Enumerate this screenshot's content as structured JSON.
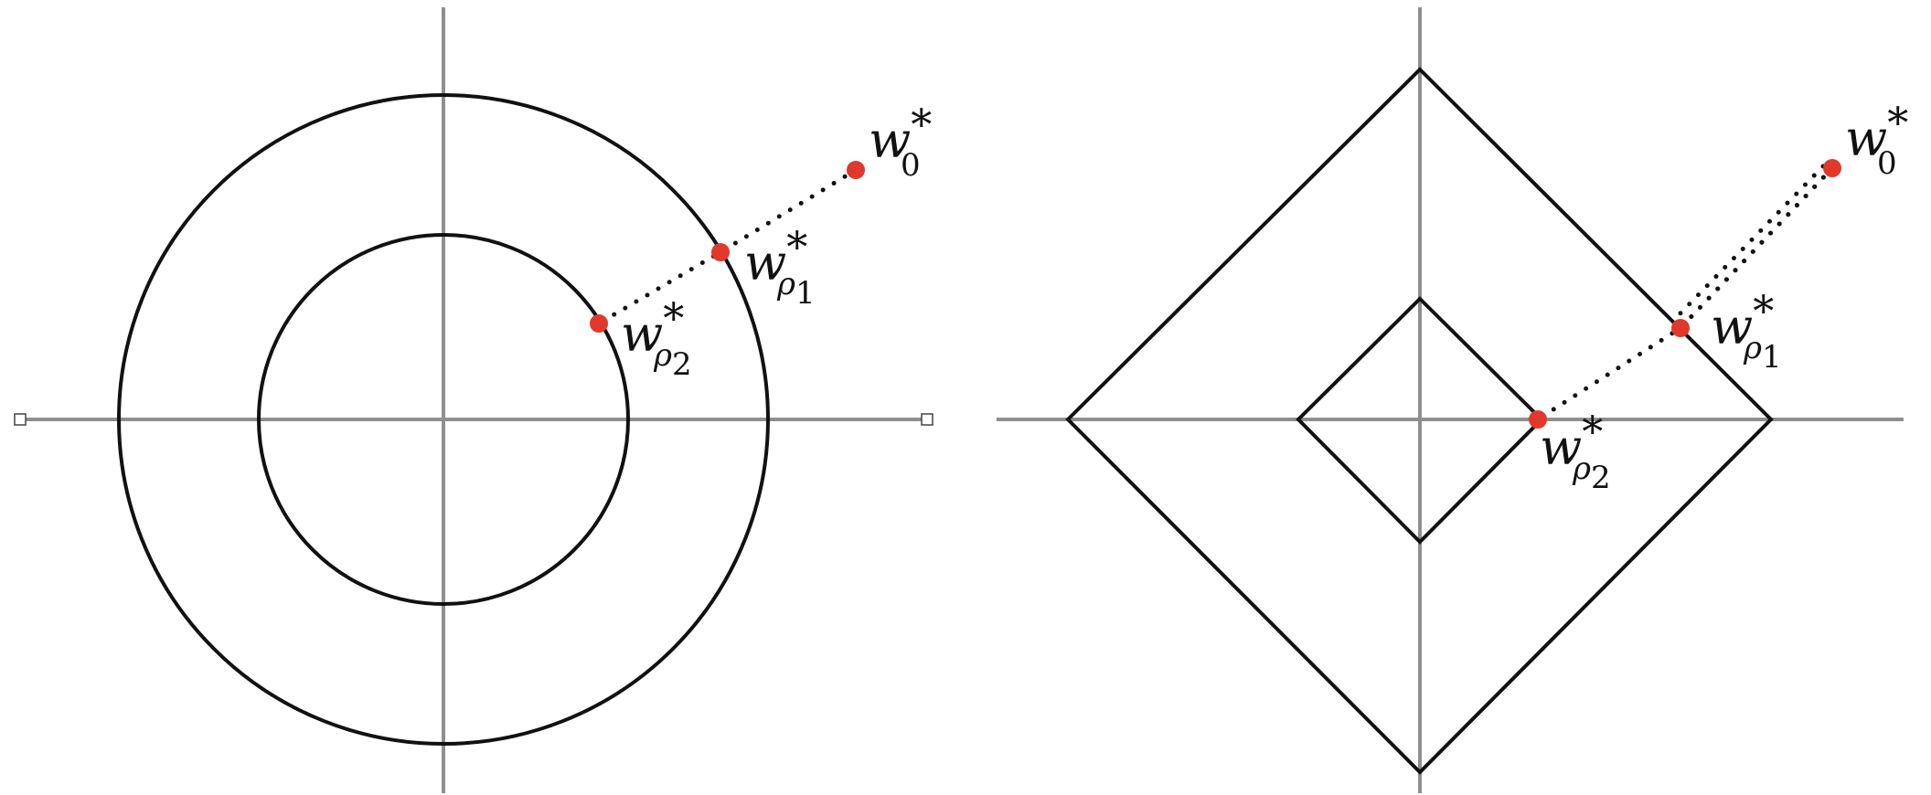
{
  "colors": {
    "point": "#e0392b",
    "axis": "#8f8f8f",
    "shape": "#111111"
  },
  "panels": [
    {
      "kind": "L2 circles",
      "labels": {
        "w0": {
          "base": "w",
          "sup": "*",
          "sub": "0"
        },
        "wr1": {
          "base": "w",
          "sup": "*",
          "sub": "ρ",
          "subsub": "1"
        },
        "wr2": {
          "base": "w",
          "sup": "*",
          "sub": "ρ",
          "subsub": "2"
        }
      }
    },
    {
      "kind": "L1 diamonds",
      "labels": {
        "w0": {
          "base": "w",
          "sup": "*",
          "sub": "0"
        },
        "wr1": {
          "base": "w",
          "sup": "*",
          "sub": "ρ",
          "subsub": "1"
        },
        "wr2": {
          "base": "w",
          "sup": "*",
          "sub": "ρ",
          "subsub": "2"
        }
      }
    }
  ]
}
